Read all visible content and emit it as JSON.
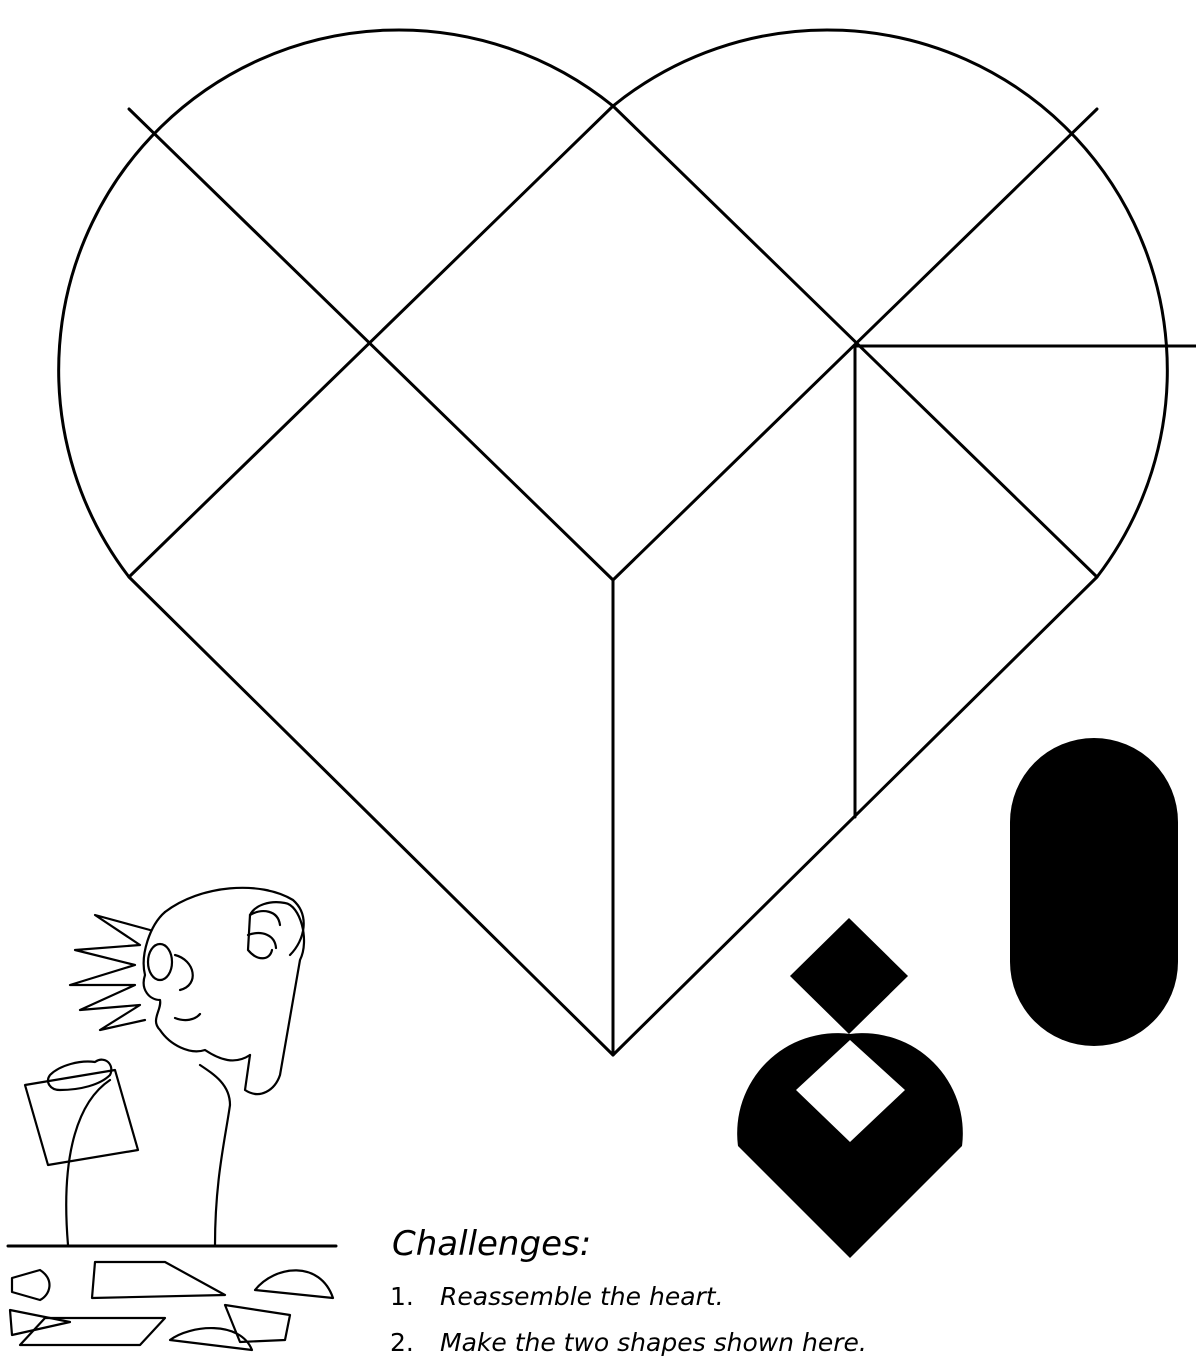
{
  "challenges": {
    "title": "Challenges:",
    "items": [
      {
        "number": "1.",
        "text": "Reassemble the heart."
      },
      {
        "number": "2.",
        "text": "Make the two shapes shown here."
      }
    ]
  },
  "colors": {
    "ink": "#000000",
    "paper": "#ffffff"
  }
}
